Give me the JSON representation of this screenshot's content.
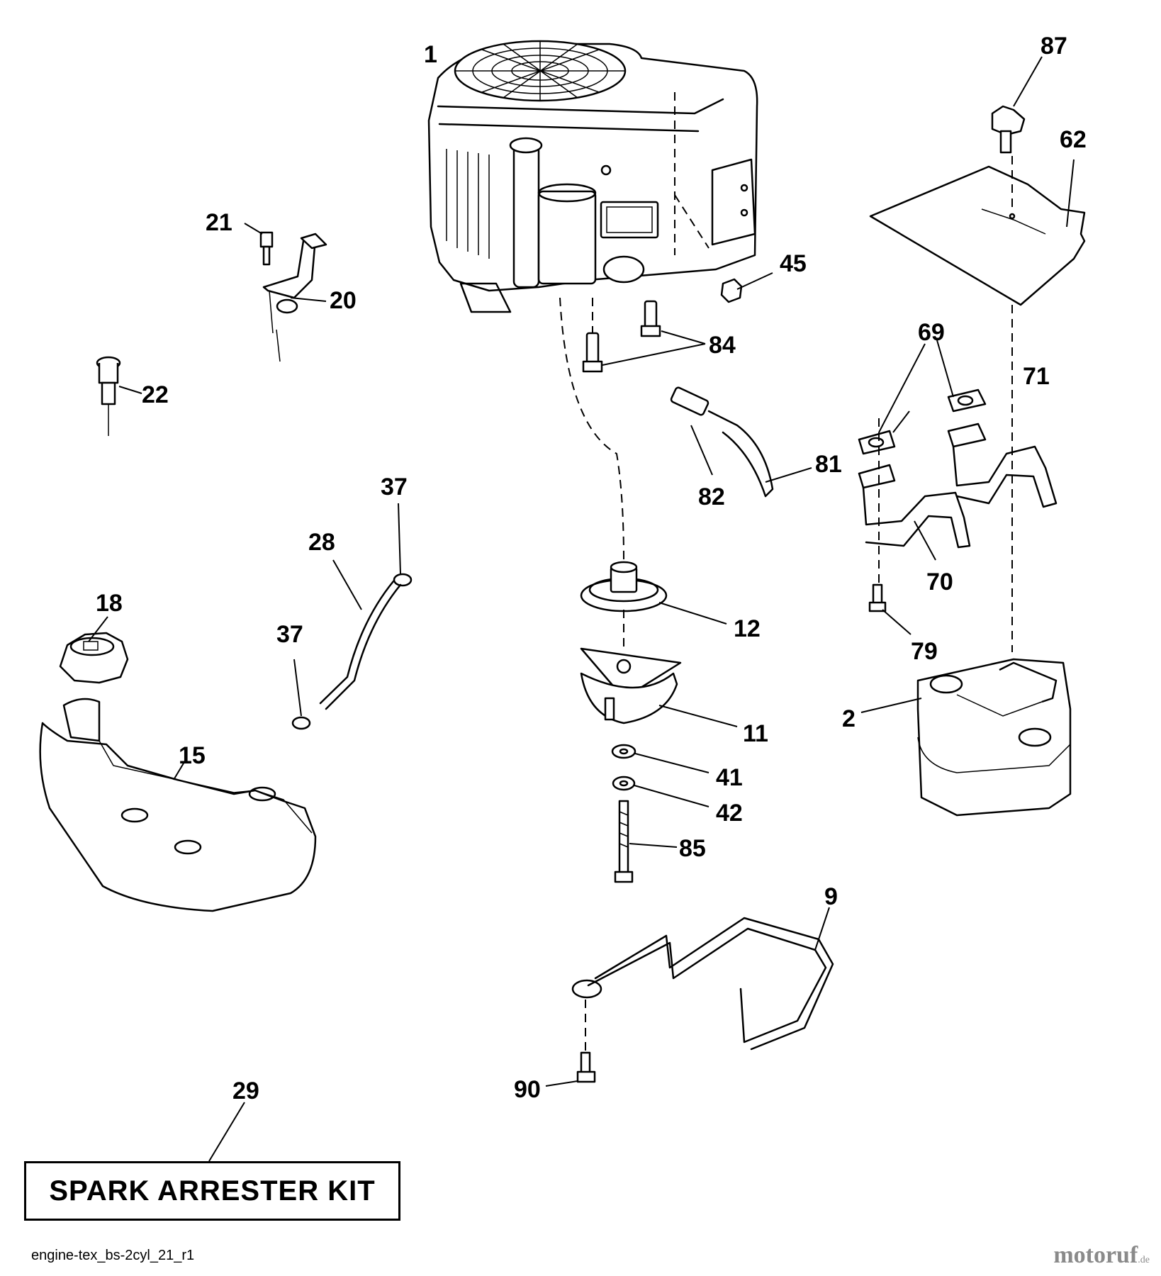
{
  "callouts": [
    "1",
    "87",
    "62",
    "21",
    "20",
    "45",
    "84",
    "22",
    "69",
    "71",
    "81",
    "82",
    "37",
    "28",
    "70",
    "18",
    "37",
    "12",
    "79",
    "11",
    "2",
    "15",
    "41",
    "42",
    "85",
    "9",
    "90",
    "29"
  ],
  "kit_label": "SPARK ARRESTER KIT",
  "diagram_code": "engine-tex_bs-2cyl_21_r1",
  "watermark": {
    "brand": "motoruf",
    "suffix": ".de",
    "color": "#8a8a8a"
  }
}
